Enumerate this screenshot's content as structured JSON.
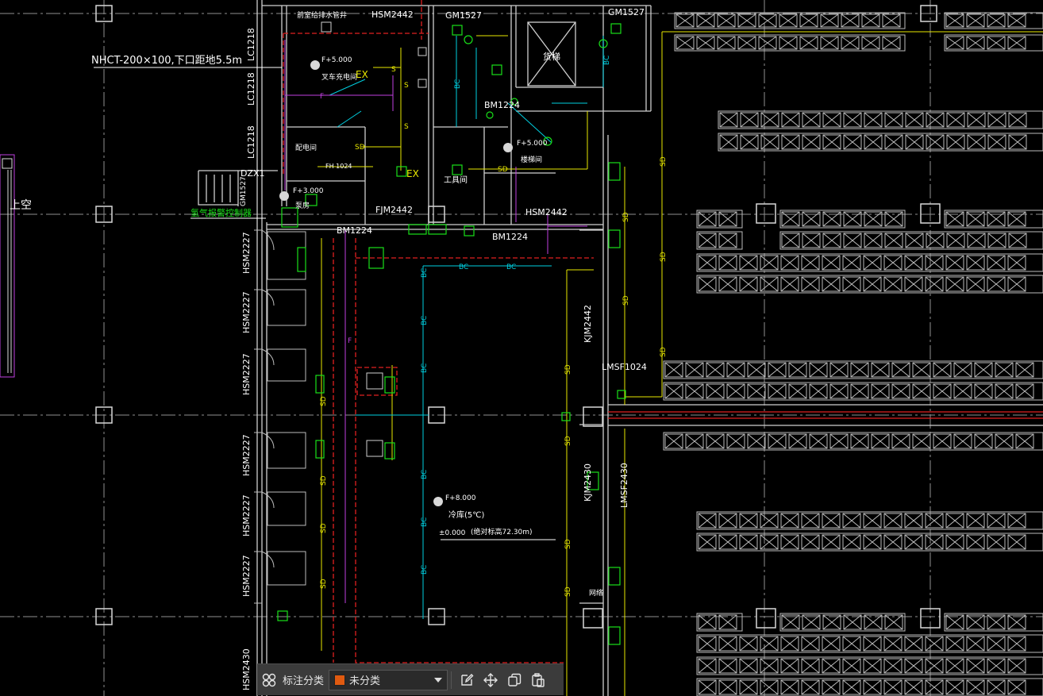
{
  "drawing": {
    "annotations": {
      "duct_note": "NHCT-200×100,下口距地5.5m",
      "air_room": "氢气报警控制器",
      "upper_void": "上空",
      "tool_room": "工具间",
      "elevator": "货梯",
      "cold_room": "冷库(5℃)",
      "abs_elev": "(绝对标高72.30m)",
      "zero": "±0.000",
      "f_plus_8": "F+8.000",
      "f_plus_5a": "F+5.000",
      "f_plus_5b": "F+5.000",
      "f_plus_3": "F+3.000",
      "charge_room": "叉车充电间",
      "dist_room": "配电间",
      "pump_room": "泵房",
      "stair_room": "楼梯间",
      "ex1": "EX",
      "ex2": "EX",
      "dzx": "DZX1",
      "top_text": "前室给排水管井",
      "fire_cab": "FH 1024",
      "net_room": "网络"
    },
    "door_tags": {
      "hsm2442_top": "HSM2442",
      "gm1527_a": "GM1527",
      "gm1527_b": "GM1527",
      "hsm2442_mid": "HSM2442",
      "bm1224_a": "BM1224",
      "bm1224_b": "BM1224",
      "bm1224_c": "BM1224",
      "fjm2442": "FJM2442",
      "hsm2227": "HSM2227",
      "lc1218": "LC1218",
      "kjm2442": "KJM2442",
      "lmsf1024": "LMSF1024",
      "kjm2430": "KJM2430",
      "lmsf2430": "LMSF2430",
      "hsm2430": "HSM2430",
      "gm1527_left": "GM1527"
    },
    "wire_labels": {
      "sd": "SD",
      "bc": "BC",
      "s": "S",
      "f": "F"
    },
    "colors": {
      "background": "#000000",
      "wall": "#cfcfcf",
      "grid_axis": "#9a9a9a",
      "rack": "#bdbdbd",
      "fire_red": "#e02020",
      "sd_yellow": "#e8e800",
      "bc_cyan": "#00cfe0",
      "device_green": "#19e019",
      "purple": "#c040e0",
      "white_text": "#ffffff",
      "toolbar_bg": "#3b3b3b"
    }
  },
  "toolbar": {
    "group_icon": "group-icon",
    "label": "标注分类",
    "select_value": "未分类",
    "select_color": "#e05a10",
    "edit_icon": "edit-icon",
    "move_icon": "move-icon",
    "copy_icon": "copy-icon",
    "paste_icon": "paste-icon"
  }
}
